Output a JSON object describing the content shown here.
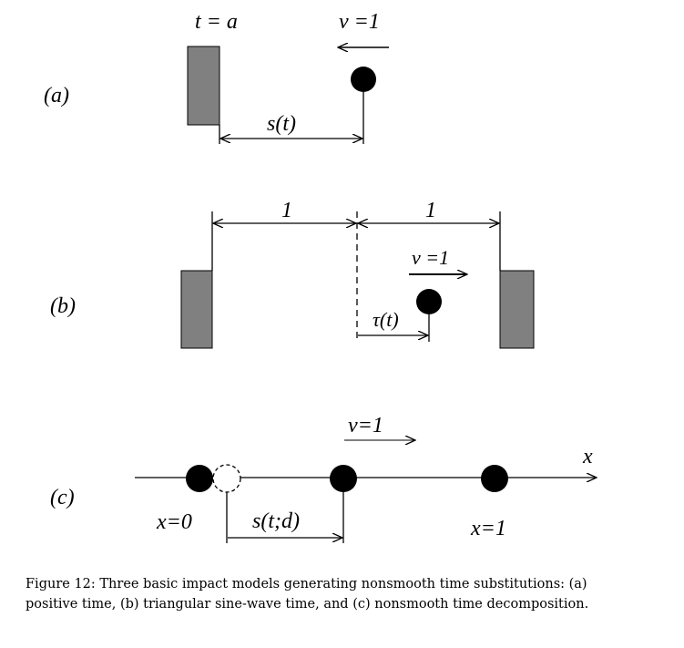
{
  "panels": {
    "a": {
      "tag": "(a)",
      "time_label": "t = a",
      "velocity_label": "v =1",
      "distance_label": "s(t)"
    },
    "b": {
      "tag": "(b)",
      "left_span_label": "1",
      "right_span_label": "1",
      "velocity_label": "v =1",
      "distance_label": "τ(t)"
    },
    "c": {
      "tag": "(c)",
      "velocity_label": "v=1",
      "axis_label": "x",
      "origin_label": "x=0",
      "end_label": "x=1",
      "distance_label": "s(t;d)"
    }
  },
  "caption": "Figure 12: Three basic impact models generating nonsmooth time substitutions: (a) positive time, (b) triangular sine-wave time, and (c) nonsmooth time decomposition.",
  "colors": {
    "wall": "#808080",
    "ink": "#000000"
  }
}
